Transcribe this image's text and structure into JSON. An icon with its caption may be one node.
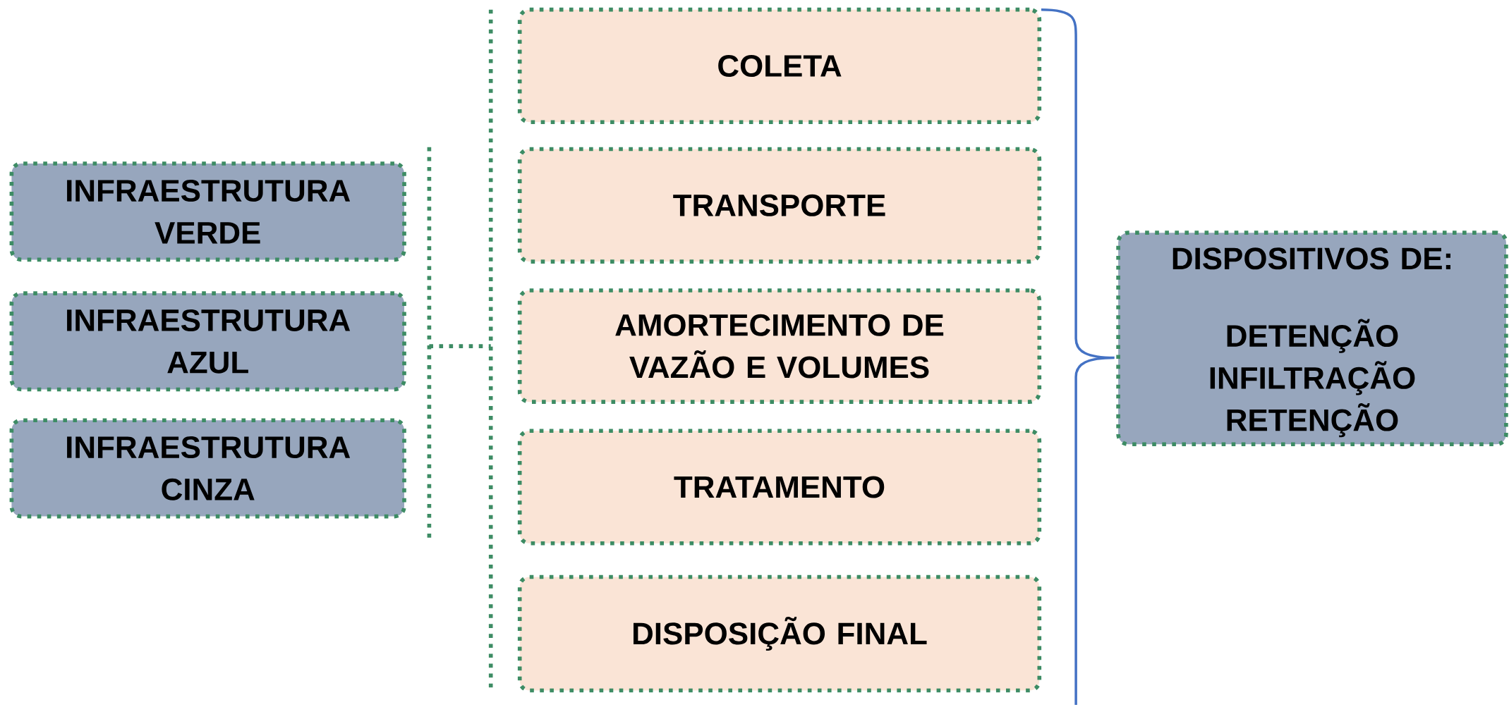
{
  "diagram": {
    "nodes": [
      {
        "text": [
          "INFRAESTRUTURA VERDE"
        ]
      },
      {
        "text": [
          "INFRAESTRUTURA AZUL"
        ]
      },
      {
        "text": [
          "INFRAESTRUTURA CINZA"
        ]
      },
      {
        "text": [
          "COLETA"
        ]
      },
      {
        "text": [
          "TRANSPORTE"
        ]
      },
      {
        "text": [
          "AMORTECIMENTO DE VAZÃO E VOLUMES"
        ]
      },
      {
        "text": [
          "TRATAMENTO"
        ]
      },
      {
        "text": [
          "DISPOSIÇÃO FINAL"
        ]
      },
      {
        "text": [
          "DISPOSITIVOS DE:",
          "DETENÇÃO INFILTRAÇÃO RETENÇÃO"
        ]
      }
    ]
  }
}
